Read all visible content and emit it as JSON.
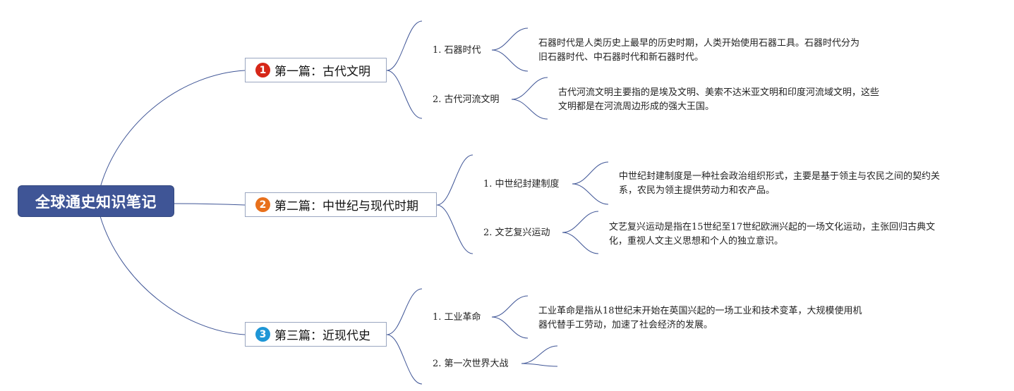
{
  "root": {
    "title": "全球通史知识笔记"
  },
  "colors": {
    "root_bg": "#3f5596",
    "line": "#3f5596",
    "badge1": "#d62718",
    "badge2": "#e8701c",
    "badge3": "#1e96d6"
  },
  "topics": [
    {
      "badge": "1",
      "label": "第一篇：古代文明",
      "subs": [
        {
          "label": "1. 石器时代",
          "note": "石器时代是人类历史上最早的历史时期，人类开始使用石器工具。石器时代分为\n旧石器时代、中石器时代和新石器时代。"
        },
        {
          "label": "2. 古代河流文明",
          "note": "古代河流文明主要指的是埃及文明、美索不达米亚文明和印度河流域文明，这些\n文明都是在河流周边形成的强大王国。"
        }
      ]
    },
    {
      "badge": "2",
      "label": "第二篇：中世纪与现代时期",
      "subs": [
        {
          "label": "1. 中世纪封建制度",
          "note": "中世纪封建制度是一种社会政治组织形式，主要是基于领主与农民之间的契约关\n系，农民为领主提供劳动力和农产品。"
        },
        {
          "label": "2. 文艺复兴运动",
          "note": "文艺复兴运动是指在15世纪至17世纪欧洲兴起的一场文化运动，主张回归古典文\n化，重视人文主义思想和个人的独立意识。"
        }
      ]
    },
    {
      "badge": "3",
      "label": "第三篇：近现代史",
      "subs": [
        {
          "label": "1. 工业革命",
          "note": "工业革命是指从18世纪末开始在英国兴起的一场工业和技术变革，大规模使用机\n器代替手工劳动，加速了社会经济的发展。"
        },
        {
          "label": "2. 第一次世界大战",
          "note": ""
        }
      ]
    }
  ]
}
